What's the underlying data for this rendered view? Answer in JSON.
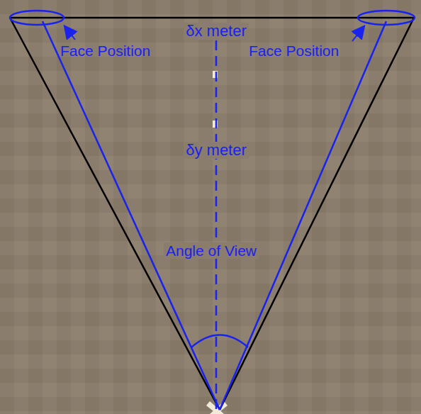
{
  "diagram": {
    "labels": [
      "Face Position",
      "Face Position",
      "δx meter",
      "δy meter",
      "Angle of View"
    ]
  }
}
